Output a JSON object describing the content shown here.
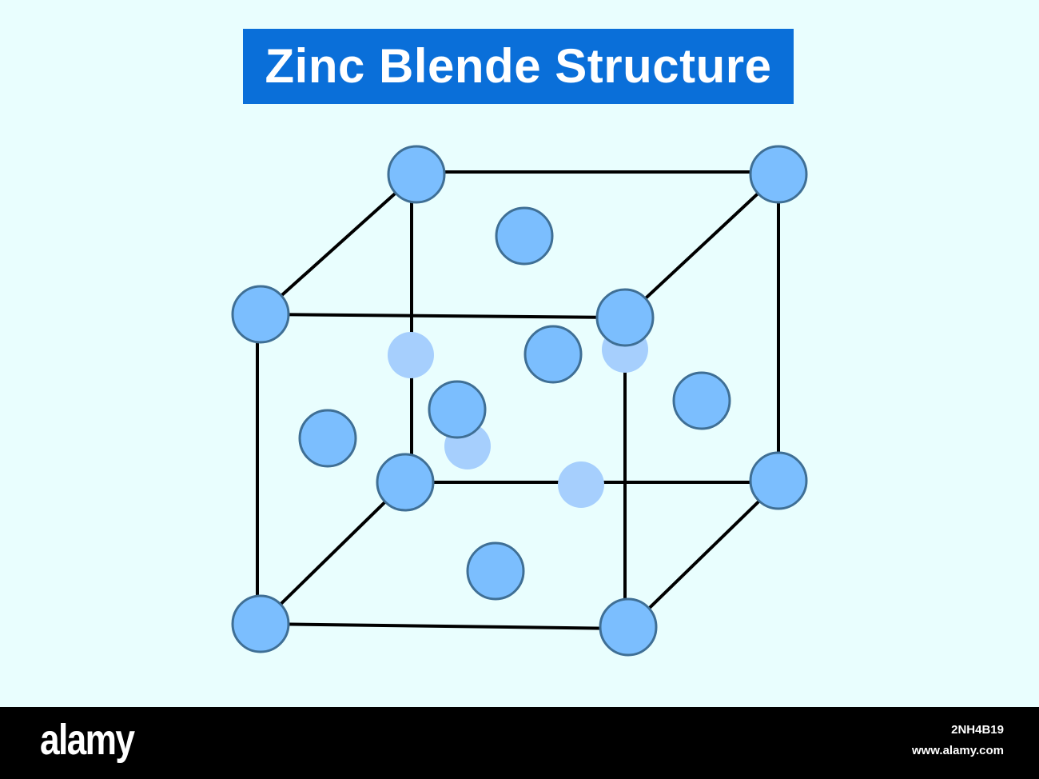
{
  "colors": {
    "background": "#E9FEFE",
    "banner": "#0A6FD9",
    "atom_fill": "#7BBEFE",
    "atom_stroke": "#3F6F95",
    "inner_atom_fill": "#A6CFFD",
    "edge": "#000000",
    "footer": "#000000"
  },
  "diagram": {
    "title": "Zinc Blende Structure"
  },
  "footer": {
    "logo": "alamy",
    "image_id": "2NH4B19",
    "site": "www.alamy.com"
  }
}
